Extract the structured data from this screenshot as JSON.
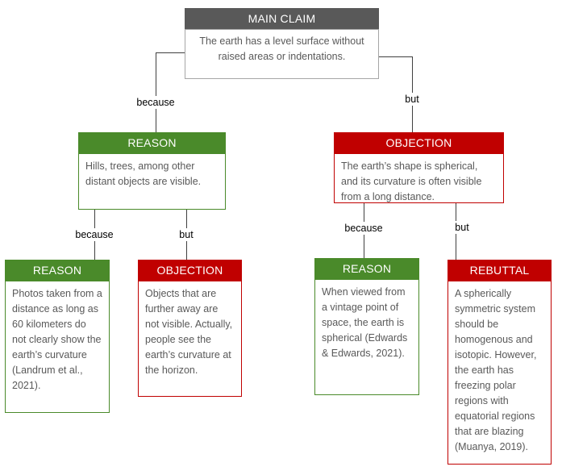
{
  "main_claim": {
    "title": "MAIN CLAIM",
    "text": "The earth has a level surface without raised areas or indentations."
  },
  "reason_1": {
    "title": "REASON",
    "text": "Hills, trees, among other distant objects are visible."
  },
  "objection_1": {
    "title": "OBJECTION",
    "text": "The earth’s shape is spherical, and its curvature is often visible from a long distance."
  },
  "reason_1_reason": {
    "title": "REASON",
    "text": "Photos taken from a distance as long as 60 kilometers do not clearly show the earth’s curvature (Landrum et al., 2021)."
  },
  "reason_1_objection": {
    "title": "OBJECTION",
    "text": "Objects that are further away are not visible. Actually, people see the earth’s curvature at the horizon."
  },
  "objection_1_reason": {
    "title": "REASON",
    "text": "When viewed from a vintage point of space, the earth is spherical (Edwards & Edwards, 2021)."
  },
  "objection_1_rebuttal": {
    "title": "REBUTTAL",
    "text": "A spherically symmetric system should be homogenous and isotopic. However, the earth has freezing polar regions with equatorial regions that are blazing (Muanya, 2019)."
  },
  "connectors": {
    "claim_to_reason": "because",
    "claim_to_objection": "but",
    "reason_to_reason": "because",
    "reason_to_objection": "but",
    "objection_to_reason": "because",
    "objection_to_rebuttal": "but"
  },
  "colors": {
    "claim": "#595959",
    "reason": "#4a8a2a",
    "objection": "#c00000",
    "rebuttal": "#c00000"
  }
}
